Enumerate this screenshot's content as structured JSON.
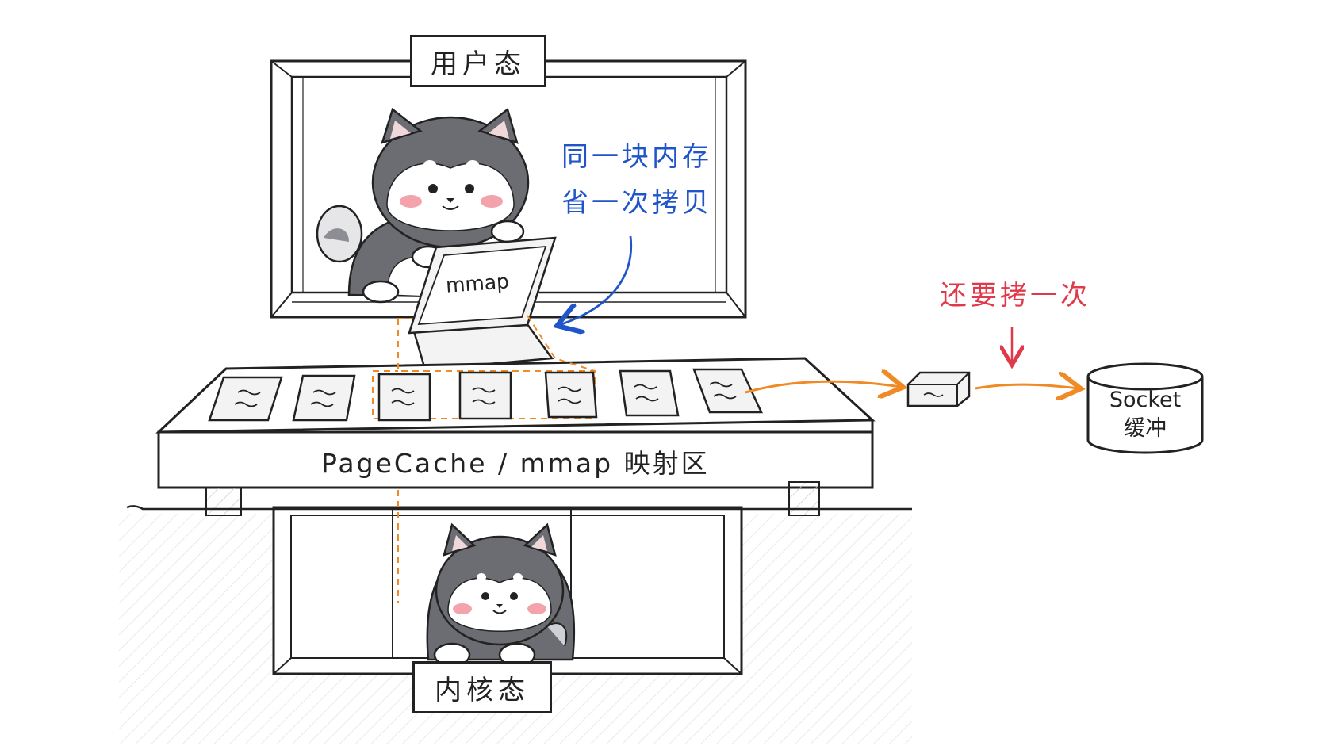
{
  "labels": {
    "user_mode": "用户态",
    "kernel_mode": "内核态",
    "laptop": "mmap",
    "shelf": "PageCache / mmap 映射区",
    "socket_line1": "Socket",
    "socket_line2": "缓冲"
  },
  "notes": {
    "blue_line1": "同一块内存",
    "blue_line2": "省一次拷贝",
    "red": "还要拷一次"
  },
  "colors": {
    "blue_note": "#1f55c9",
    "red_note": "#e0394a",
    "orange_arrow": "#f08a24",
    "ink": "#222222",
    "husky_gray": "#6b6d72",
    "cheek": "#f4a3ad"
  },
  "icons": [
    "husky-user-icon",
    "husky-kernel-icon",
    "laptop-icon",
    "page-card-icon",
    "packet-box-icon",
    "socket-cylinder-icon"
  ]
}
